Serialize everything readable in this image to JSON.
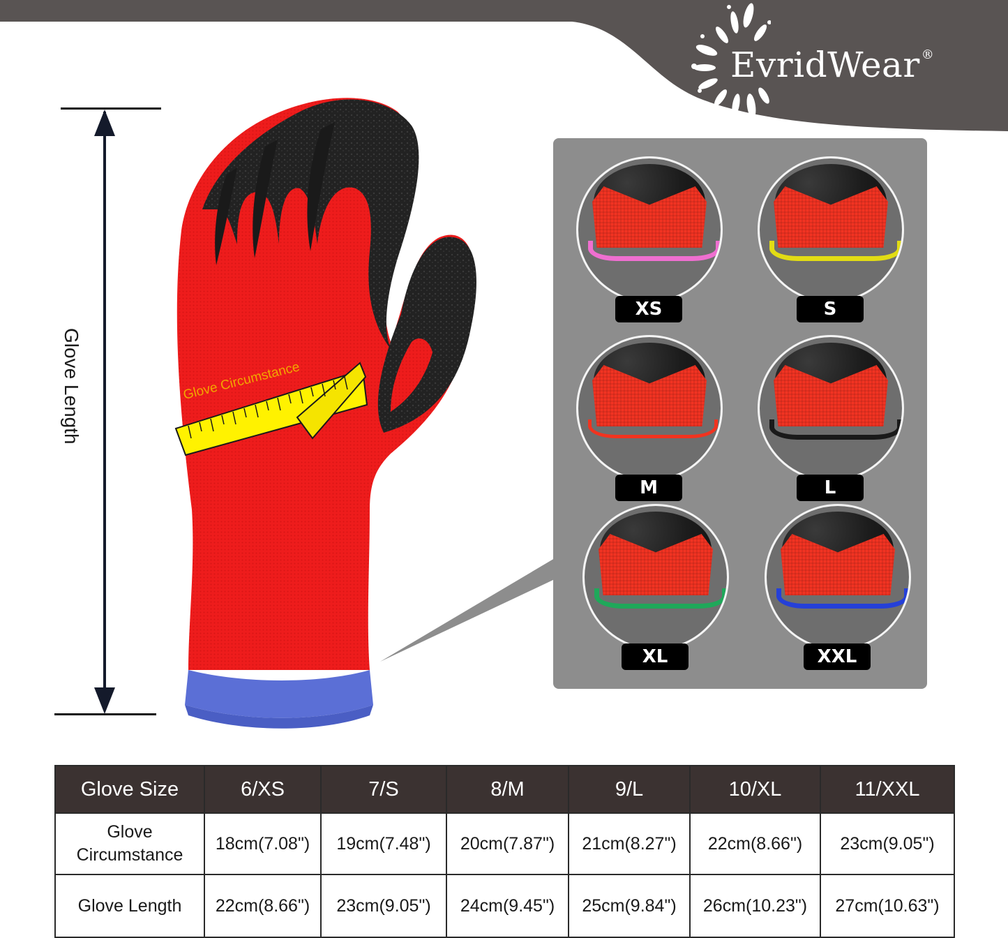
{
  "brand": {
    "name": "EvridWear",
    "registered_mark": "®"
  },
  "colors": {
    "banner": "#595453",
    "panel": "#8d8d8d",
    "glove_red": "#ee1c1c",
    "latex_black": "#1e1e1e",
    "tape_yellow": "#fff200",
    "tape_text": "#f2a600",
    "cuff_blue": "#5b6fd6",
    "table_header": "#3b3231"
  },
  "diagram": {
    "length_label": "Glove Length",
    "circumference_label": "Glove Circumstance"
  },
  "cuff_sizes": [
    {
      "label": "XS",
      "cuff_color": "#ef6fd0"
    },
    {
      "label": "S",
      "cuff_color": "#e2dc14"
    },
    {
      "label": "M",
      "cuff_color": "#f2331f"
    },
    {
      "label": "L",
      "cuff_color": "#1a1a1a"
    },
    {
      "label": "XL",
      "cuff_color": "#1fa85a"
    },
    {
      "label": "XXL",
      "cuff_color": "#2540d8"
    }
  ],
  "size_table": {
    "headers": [
      "Glove Size",
      "6/XS",
      "7/S",
      "8/M",
      "9/L",
      "10/XL",
      "11/XXL"
    ],
    "rows": [
      {
        "label": "Glove Circumstance",
        "values": [
          "18cm(7.08\")",
          "19cm(7.48\")",
          "20cm(7.87\")",
          "21cm(8.27\")",
          "22cm(8.66\")",
          "23cm(9.05\")"
        ]
      },
      {
        "label": "Glove Length",
        "values": [
          "22cm(8.66\")",
          "23cm(9.05\")",
          "24cm(9.45\")",
          "25cm(9.84\")",
          "26cm(10.23\")",
          "27cm(10.63\")"
        ]
      }
    ]
  }
}
